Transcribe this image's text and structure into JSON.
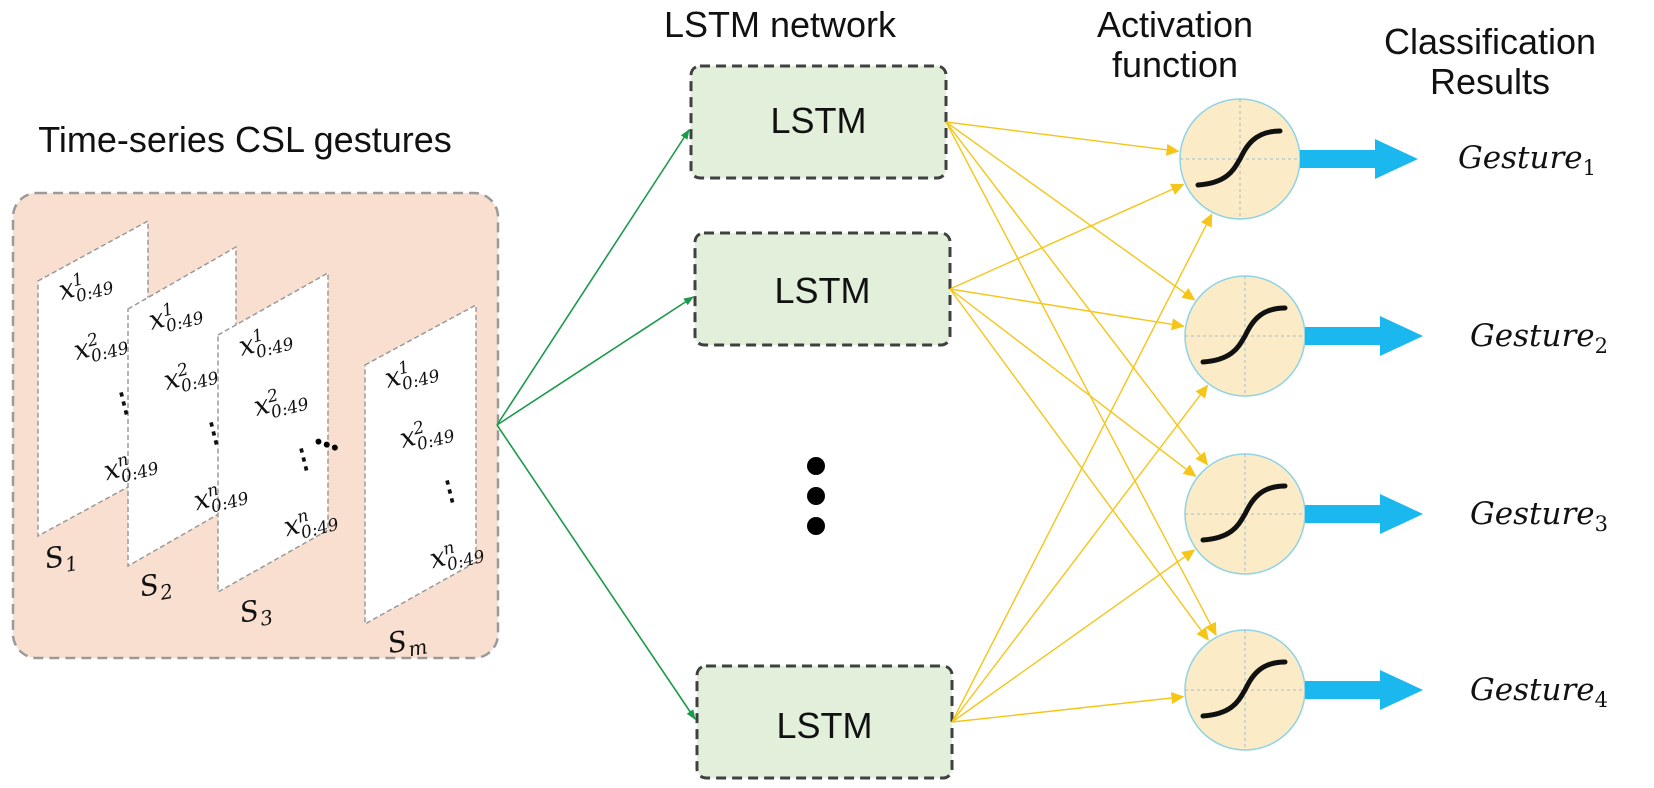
{
  "titles": {
    "input": "Time-series CSL gestures",
    "lstm": "LSTM network",
    "activation_line1": "Activation",
    "activation_line2": "function",
    "results_line1": "Classification",
    "results_line2": "Results"
  },
  "lstm_nodes": [
    "LSTM",
    "LSTM",
    "LSTM"
  ],
  "input_sequences": [
    {
      "label": "S",
      "sub": "1",
      "rows": [
        {
          "base": "x",
          "sup": "1",
          "sub": "0:49"
        },
        {
          "base": "x",
          "sup": "2",
          "sub": "0:49"
        },
        {
          "dots": "⋮"
        },
        {
          "base": "x",
          "sup": "n",
          "sub": "0:49"
        }
      ]
    },
    {
      "label": "S",
      "sub": "2",
      "rows": [
        {
          "base": "x",
          "sup": "1",
          "sub": "0:49"
        },
        {
          "base": "x",
          "sup": "2",
          "sub": "0:49"
        },
        {
          "dots": "⋮"
        },
        {
          "base": "x",
          "sup": "n",
          "sub": "0:49"
        }
      ]
    },
    {
      "label": "S",
      "sub": "3",
      "rows": [
        {
          "base": "x",
          "sup": "1",
          "sub": "0:49"
        },
        {
          "base": "x",
          "sup": "2",
          "sub": "0:49"
        },
        {
          "dots": "⋮"
        },
        {
          "base": "x",
          "sup": "n",
          "sub": "0:49"
        }
      ]
    },
    {
      "label": "S",
      "sub": "m",
      "rows": [
        {
          "base": "x",
          "sup": "1",
          "sub": "0:49"
        },
        {
          "base": "x",
          "sup": "2",
          "sub": "0:49"
        },
        {
          "dots": "⋮"
        },
        {
          "base": "x",
          "sup": "n",
          "sub": "0:49"
        }
      ]
    }
  ],
  "ellipsis_sequences": "•••",
  "outputs": [
    {
      "label": "Gesture",
      "sub": "1"
    },
    {
      "label": "Gesture",
      "sub": "2"
    },
    {
      "label": "Gesture",
      "sub": "3"
    },
    {
      "label": "Gesture",
      "sub": "4"
    }
  ],
  "colors": {
    "input_panel": "#f9dfd0",
    "lstm_fill": "#e2efda",
    "activation_fill": "#fbebc7",
    "green_arrow": "#1a9a4a",
    "yellow_arrow": "#f5c518",
    "blue_arrow": "#1ab8ef"
  }
}
